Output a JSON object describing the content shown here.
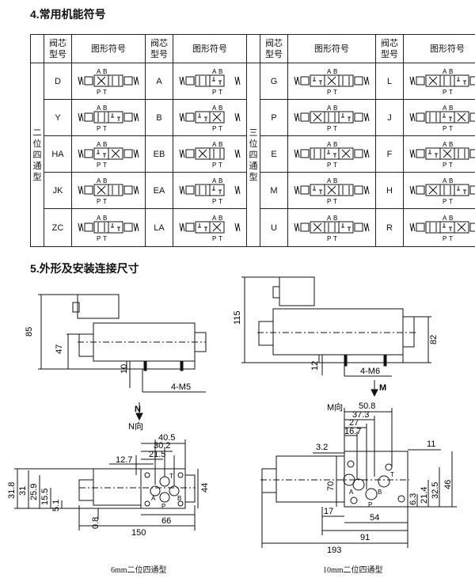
{
  "section4_title": "4.常用机能符号",
  "section5_title": "5.外形及安装连接尺寸",
  "table": {
    "headers": {
      "code": "阀芯\n型号",
      "symbol": "图形符号"
    },
    "group_two": [
      "二",
      "位",
      "四",
      "通",
      "型"
    ],
    "group_three": [
      "三",
      "位",
      "四",
      "通",
      "型"
    ],
    "rows": [
      {
        "c1": "D",
        "c2": "A",
        "c3": "G",
        "c4": "L"
      },
      {
        "c1": "Y",
        "c2": "B",
        "c3": "P",
        "c4": "J"
      },
      {
        "c1": "HA",
        "c2": "EB",
        "c3": "E",
        "c4": "F"
      },
      {
        "c1": "JK",
        "c2": "EA",
        "c3": "M",
        "c4": "H"
      },
      {
        "c1": "ZC",
        "c2": "LA",
        "c3": "U",
        "c4": "R"
      }
    ],
    "port_a": "A",
    "port_b": "B",
    "port_p": "P",
    "port_t": "T"
  },
  "drawing6": {
    "h85": "85",
    "h47": "47",
    "h10": "10",
    "hole": "4-M5",
    "view_letter": "N",
    "view_label": "N向",
    "d405": "40.5",
    "d302": "30.2",
    "d215": "21.5",
    "d127": "12.7",
    "h318": "31.8",
    "h31": "31",
    "h259": "25.9",
    "h155": "15.5",
    "h51": "5.1",
    "h08": "0.8",
    "w44": "44",
    "w66": "66",
    "w150": "150",
    "pA": "A",
    "pB": "B",
    "pP": "P",
    "pT": "T",
    "caption": "6mm二位四通型"
  },
  "drawing10": {
    "h115": "115",
    "h82": "82",
    "h12": "12",
    "hole": "4-M6",
    "view_letter": "M",
    "view_label": "M向",
    "d508": "50.8",
    "d373": "37.3",
    "d27": "27",
    "d167": "16.7",
    "d32": "3.2",
    "d11": "11",
    "w70": "70",
    "w17": "17",
    "w54": "54",
    "w91": "91",
    "w193": "193",
    "h63": "6.3",
    "h214": "21.4",
    "h325": "32.5",
    "h46": "46",
    "pA": "A",
    "pB": "B",
    "pP": "P",
    "pT": "T",
    "caption": "10mm二位四通型"
  }
}
